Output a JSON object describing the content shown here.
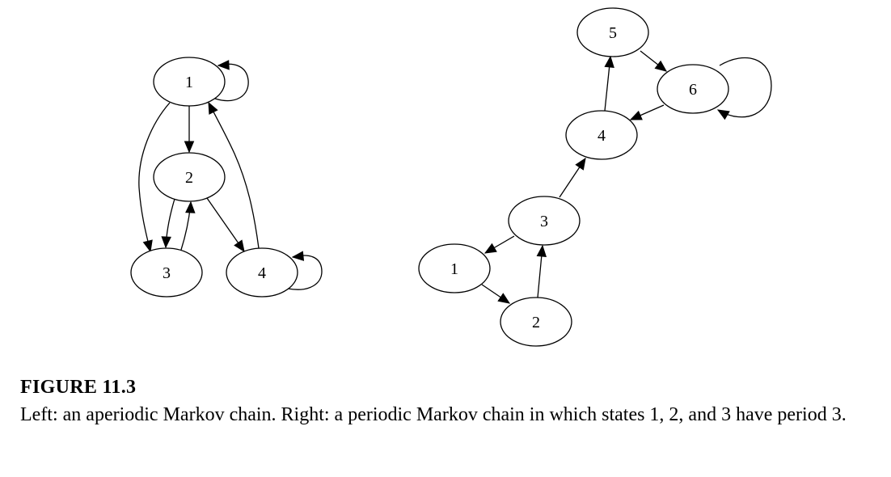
{
  "caption": {
    "label": "FIGURE 11.3",
    "text": "Left: an aperiodic Markov chain. Right: a periodic Markov chain in which states 1, 2, and 3 have period 3."
  },
  "graphs": [
    {
      "id": "left",
      "nodes": [
        {
          "id": "L1",
          "label": "1"
        },
        {
          "id": "L2",
          "label": "2"
        },
        {
          "id": "L3",
          "label": "3"
        },
        {
          "id": "L4",
          "label": "4"
        }
      ],
      "edges": [
        {
          "from": "L1",
          "to": "L1"
        },
        {
          "from": "L1",
          "to": "L2"
        },
        {
          "from": "L1",
          "to": "L3"
        },
        {
          "from": "L2",
          "to": "L3"
        },
        {
          "from": "L3",
          "to": "L2"
        },
        {
          "from": "L2",
          "to": "L4"
        },
        {
          "from": "L4",
          "to": "L1"
        },
        {
          "from": "L4",
          "to": "L4"
        }
      ]
    },
    {
      "id": "right",
      "nodes": [
        {
          "id": "R1",
          "label": "1"
        },
        {
          "id": "R2",
          "label": "2"
        },
        {
          "id": "R3",
          "label": "3"
        },
        {
          "id": "R4",
          "label": "4"
        },
        {
          "id": "R5",
          "label": "5"
        },
        {
          "id": "R6",
          "label": "6"
        }
      ],
      "edges": [
        {
          "from": "R1",
          "to": "R2"
        },
        {
          "from": "R2",
          "to": "R3"
        },
        {
          "from": "R3",
          "to": "R1"
        },
        {
          "from": "R3",
          "to": "R4"
        },
        {
          "from": "R4",
          "to": "R5"
        },
        {
          "from": "R5",
          "to": "R6"
        },
        {
          "from": "R6",
          "to": "R4"
        },
        {
          "from": "R6",
          "to": "R6"
        }
      ]
    }
  ]
}
